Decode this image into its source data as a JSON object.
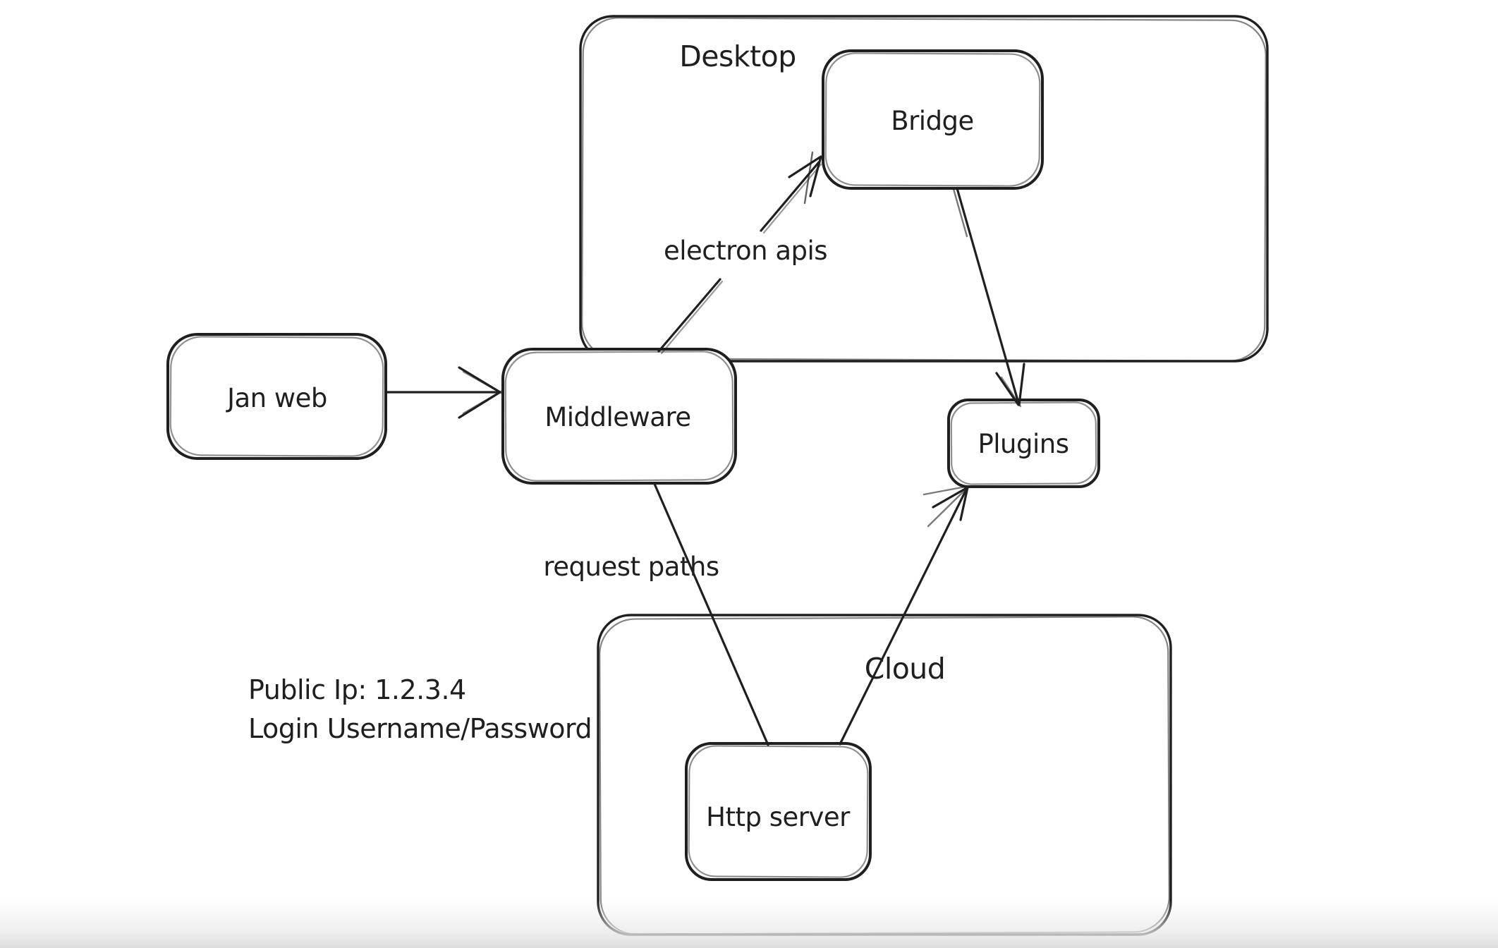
{
  "diagram": {
    "background_color": "#ffffff",
    "stroke_color": "#1f1f1f",
    "containers": {
      "desktop": {
        "label": "Desktop"
      },
      "cloud": {
        "label": "Cloud"
      }
    },
    "nodes": {
      "jan_web": {
        "label": "Jan web"
      },
      "middleware": {
        "label": "Middleware"
      },
      "bridge": {
        "label": "Bridge"
      },
      "plugins": {
        "label": "Plugins"
      },
      "http_server": {
        "label": "Http server"
      }
    },
    "edges": {
      "jan_web_to_middleware": {
        "label": ""
      },
      "middleware_to_bridge": {
        "label": "electron apis"
      },
      "bridge_to_plugins": {
        "label": ""
      },
      "middleware_to_http_server": {
        "label": "request paths"
      },
      "http_server_to_plugins": {
        "label": ""
      }
    },
    "notes": {
      "credentials": {
        "line1": "Public Ip: 1.2.3.4",
        "line2": "Login Username/Password"
      }
    }
  }
}
